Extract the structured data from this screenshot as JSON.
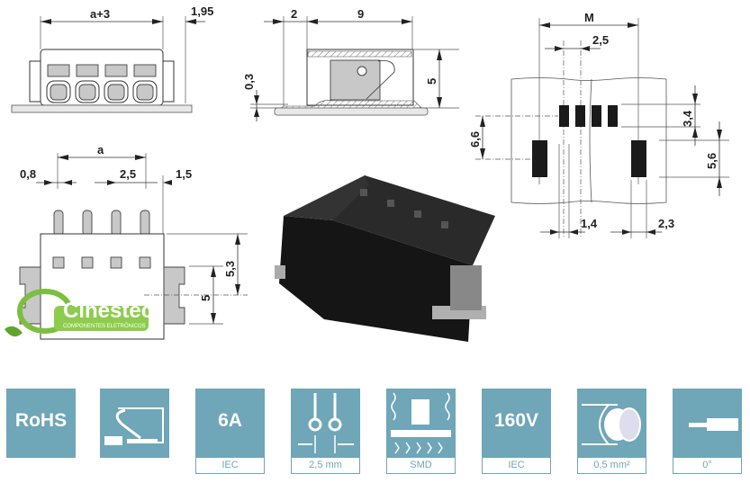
{
  "drawings": {
    "front_top": {
      "width_label": "a+3",
      "offset_label": "1,95"
    },
    "side_section": {
      "left_label": "2",
      "length_label": "9",
      "height_label": "5",
      "foot_label": "0,3"
    },
    "pcb_layout": {
      "span_label": "M",
      "pitch_label": "2,5",
      "row_offset_label": "6,6",
      "pad_height_label": "3,4",
      "anchor_height_label": "5,6",
      "pad_width_label": "1,4",
      "anchor_width_label": "2,3"
    },
    "top_view": {
      "span_label": "a",
      "pin_width_label": "0,8",
      "pitch_label": "2,5",
      "edge_label": "1,5",
      "height_label": "5,3",
      "anchor_label": "5"
    }
  },
  "logo": {
    "name": "Cinestec",
    "tagline": "COMPONENTES ELETRÔNICOS",
    "color": "#7cbf3f"
  },
  "spec_icons": [
    {
      "id": "rohs",
      "icon": "rohs-icon",
      "big": "RoHS",
      "caption": null
    },
    {
      "id": "push-in",
      "icon": "push-in-connection-icon",
      "big": null,
      "caption": null
    },
    {
      "id": "current",
      "icon": "current-rating-icon",
      "big": "6A",
      "caption": "IEC"
    },
    {
      "id": "pitch",
      "icon": "pitch-icon",
      "big": null,
      "caption": "2,5 mm"
    },
    {
      "id": "smd",
      "icon": "smd-reflow-icon",
      "big": null,
      "caption": "SMD"
    },
    {
      "id": "voltage",
      "icon": "voltage-rating-icon",
      "big": "160V",
      "caption": "IEC"
    },
    {
      "id": "wire",
      "icon": "wire-cross-section-icon",
      "big": null,
      "caption": "0,5 mm²"
    },
    {
      "id": "angle",
      "icon": "conductor-angle-icon",
      "big": null,
      "caption": "0°"
    }
  ],
  "colors": {
    "icon_tile": "#6fa6b8",
    "icon_text": "#ffffff"
  }
}
